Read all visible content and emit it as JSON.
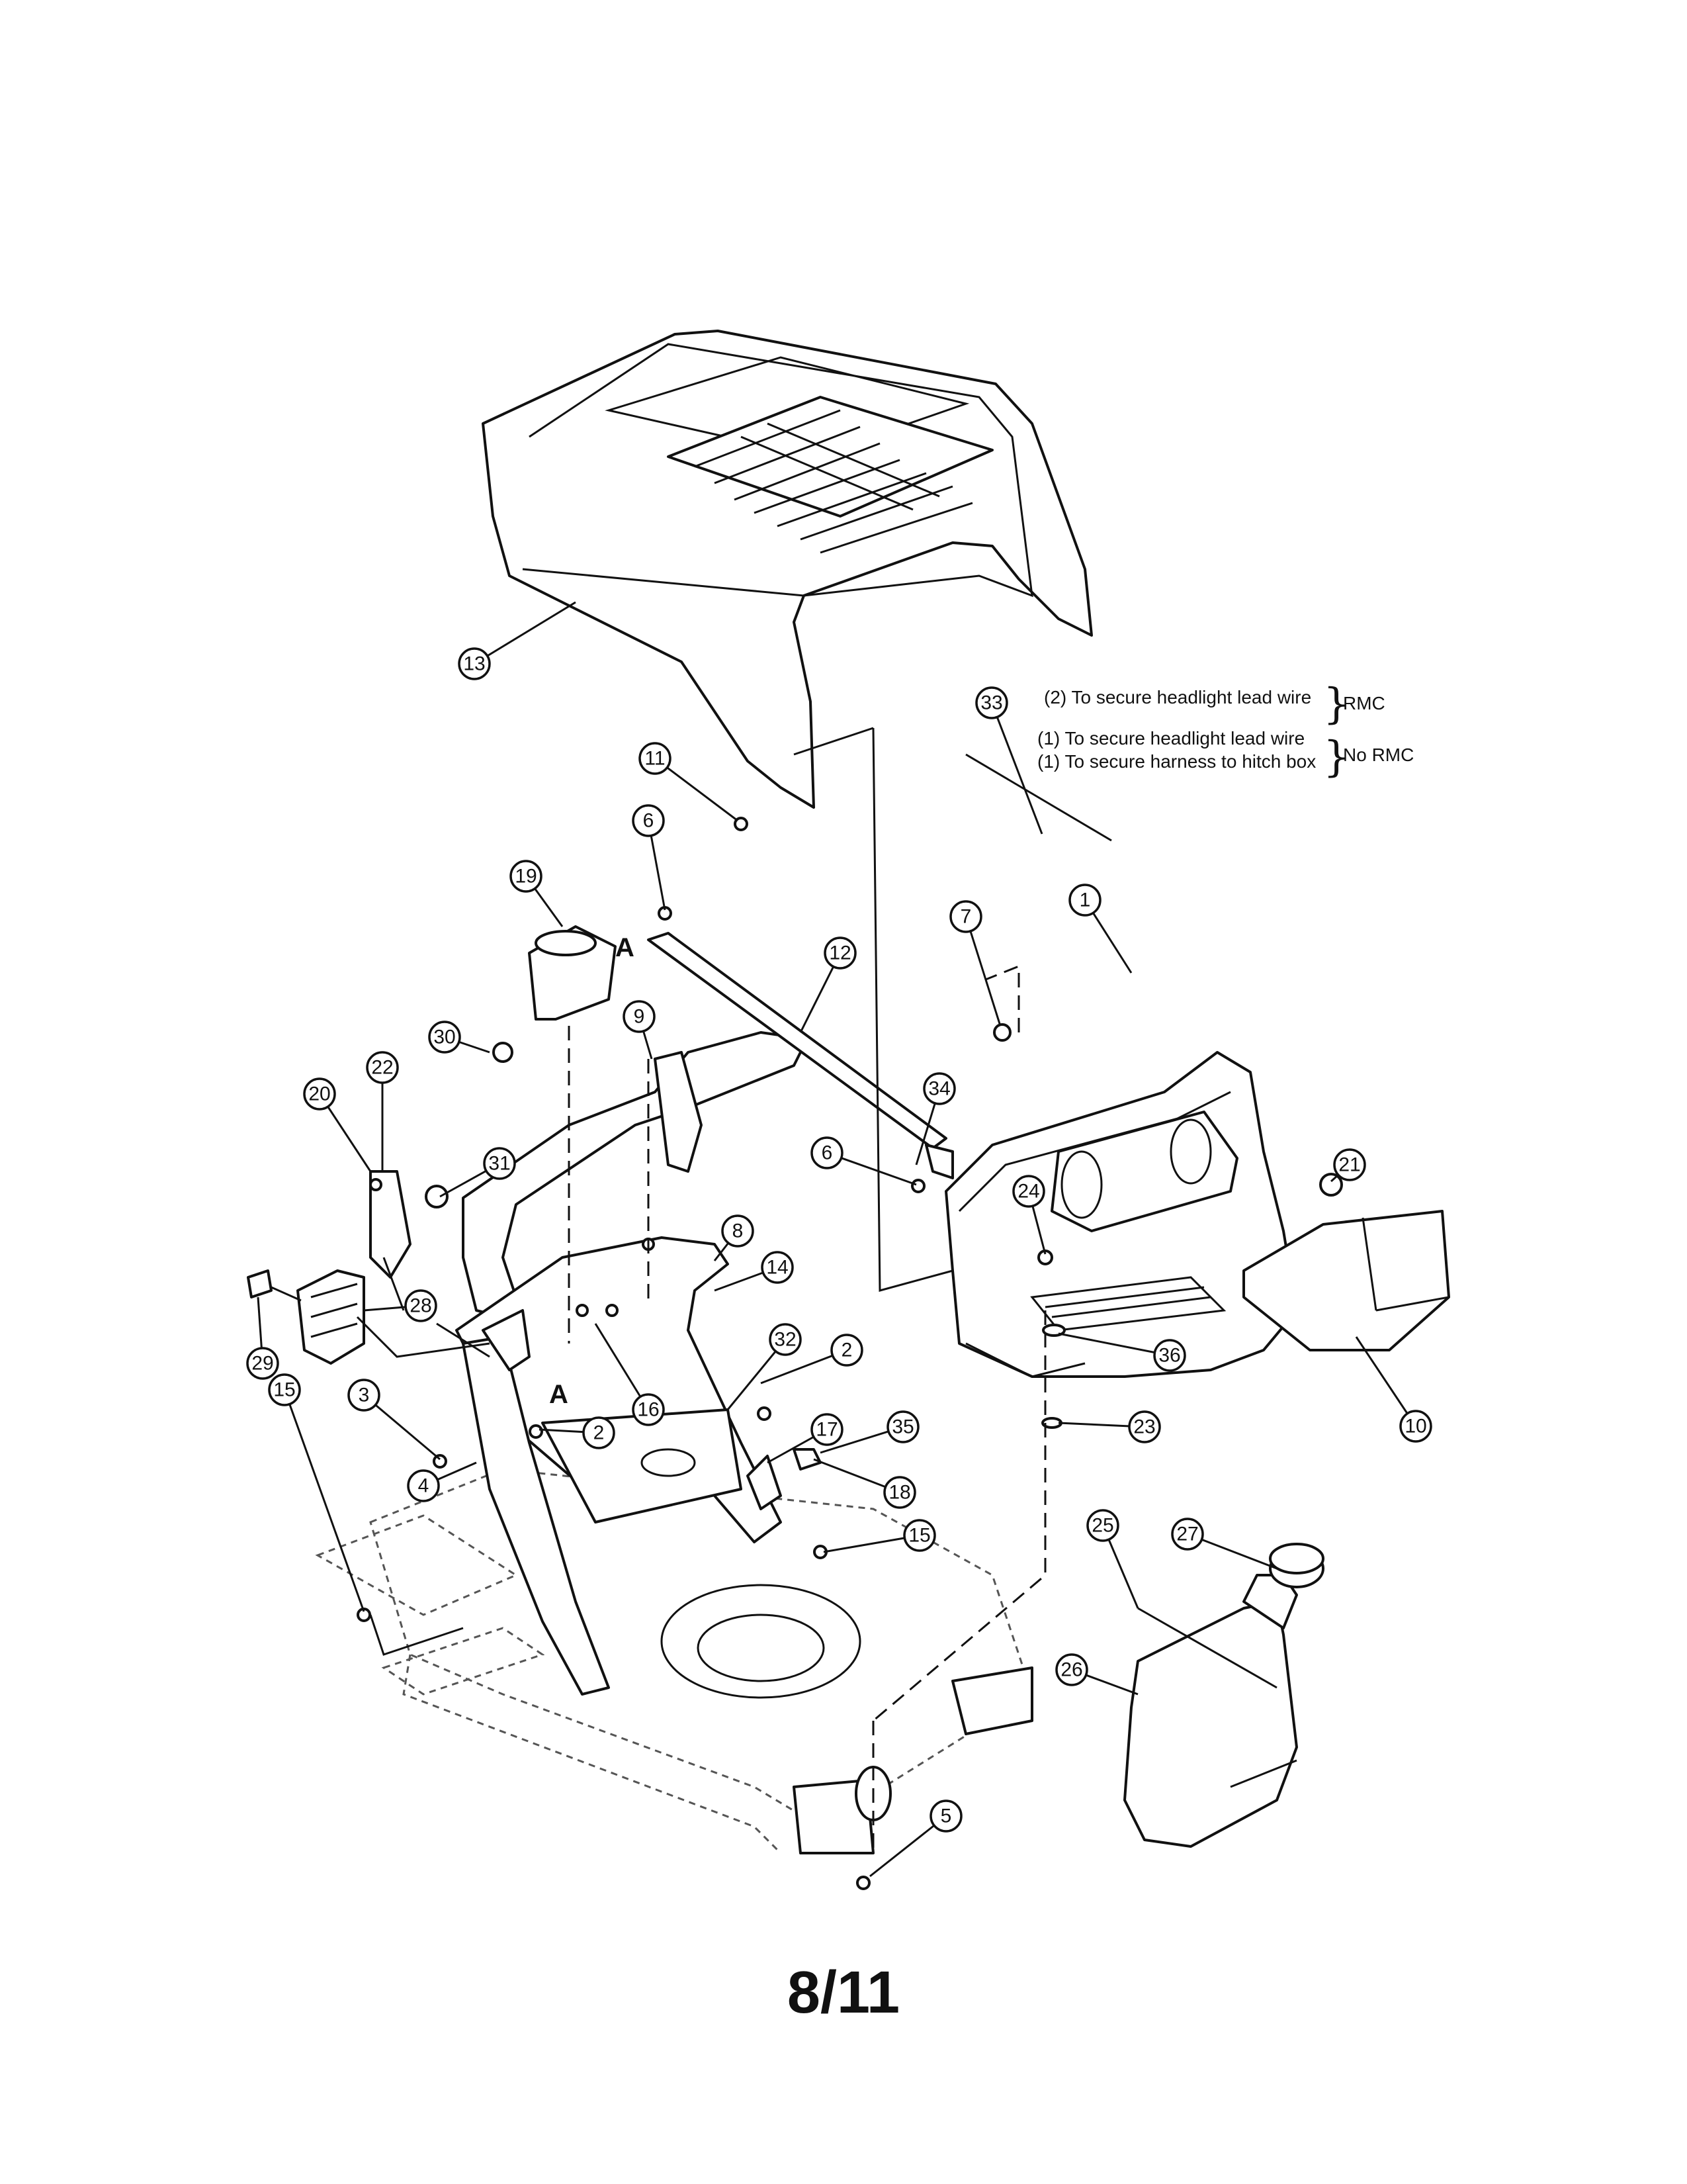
{
  "page_number": "8/11",
  "reference_letters": [
    "A",
    "A"
  ],
  "note": {
    "callout": "33",
    "line_rmc": "(2) To secure headlight lead wire",
    "tag_rmc": "RMC",
    "line_no_rmc_1": "(1) To secure headlight lead wire",
    "line_no_rmc_2": "(1) To secure harness to hitch box",
    "tag_no_rmc": "No RMC"
  },
  "callouts": [
    "1",
    "2",
    "2",
    "3",
    "4",
    "5",
    "6",
    "6",
    "7",
    "8",
    "9",
    "10",
    "11",
    "12",
    "13",
    "14",
    "15",
    "15",
    "16",
    "17",
    "18",
    "19",
    "20",
    "21",
    "22",
    "23",
    "24",
    "25",
    "26",
    "27",
    "28",
    "29",
    "30",
    "31",
    "32",
    "33",
    "34",
    "35",
    "36"
  ]
}
